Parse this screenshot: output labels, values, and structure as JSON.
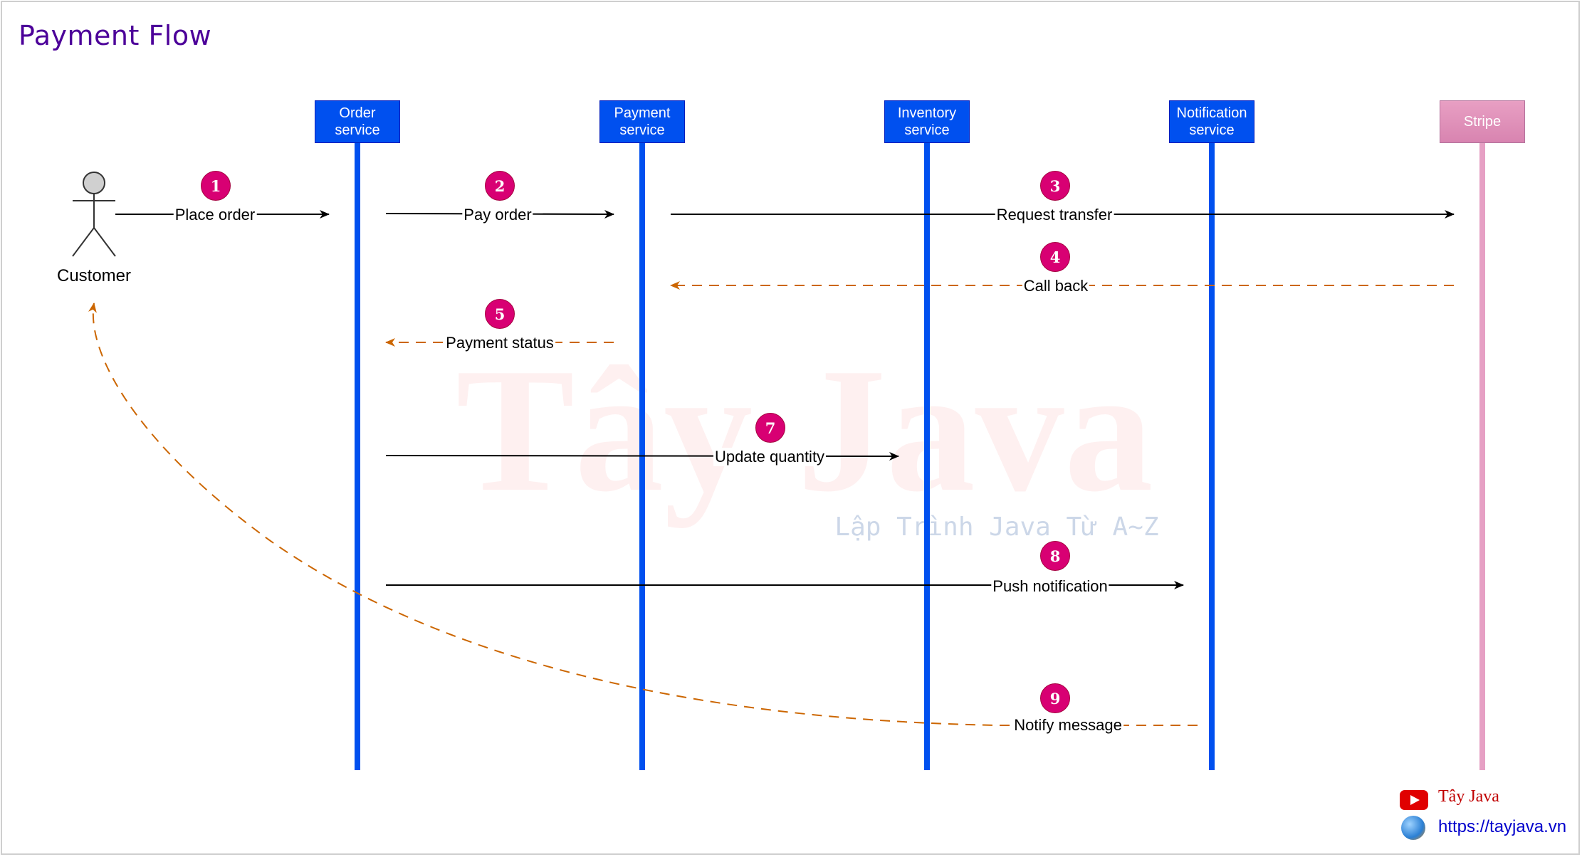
{
  "title": "Payment Flow",
  "watermark": {
    "main": "Tây Java",
    "tagline": "Lập Trình Java Từ A~Z"
  },
  "actor": {
    "label": "Customer"
  },
  "lifelines": [
    {
      "id": "order",
      "label": "Order service",
      "color": "#0050ef"
    },
    {
      "id": "payment",
      "label": "Payment service",
      "color": "#0050ef"
    },
    {
      "id": "inventory",
      "label": "Inventory service",
      "color": "#0050ef"
    },
    {
      "id": "notification",
      "label": "Notification service",
      "color": "#0050ef"
    },
    {
      "id": "stripe",
      "label": "Stripe",
      "color": "#e6a0c4"
    }
  ],
  "messages": [
    {
      "step": "1",
      "label": "Place order",
      "from": "customer",
      "to": "order",
      "style": "solid"
    },
    {
      "step": "2",
      "label": "Pay order",
      "from": "order",
      "to": "payment",
      "style": "solid"
    },
    {
      "step": "3",
      "label": "Request transfer",
      "from": "payment",
      "to": "stripe",
      "style": "solid"
    },
    {
      "step": "4",
      "label": "Call back",
      "from": "stripe",
      "to": "payment",
      "style": "dashed"
    },
    {
      "step": "5",
      "label": "Payment status",
      "from": "payment",
      "to": "order",
      "style": "dashed"
    },
    {
      "step": "7",
      "label": "Update quantity",
      "from": "order",
      "to": "inventory",
      "style": "solid"
    },
    {
      "step": "8",
      "label": "Push notification",
      "from": "order",
      "to": "notification",
      "style": "solid"
    },
    {
      "step": "9",
      "label": "Notify message",
      "from": "notification",
      "to": "customer",
      "style": "dashed"
    }
  ],
  "colors": {
    "service": "#0050ef",
    "stripe": "#e6a0c4",
    "step_badge": "#d80073",
    "async_arrow": "#cc6600",
    "title": "#4c0099"
  },
  "branding": {
    "channel": "Tây Java",
    "url": "https://tayjava.vn"
  }
}
